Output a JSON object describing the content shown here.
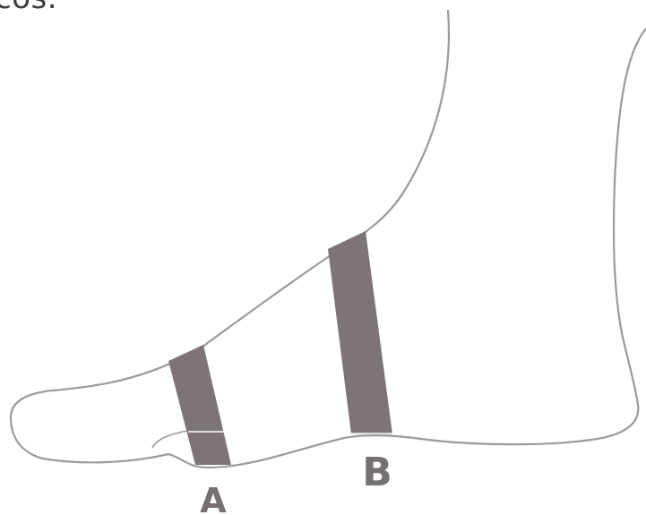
{
  "caption_fragment": "cos.",
  "labels": {
    "a": "A",
    "b": "B"
  },
  "colors": {
    "outline": "#9a9a9a",
    "band": "#7d7575",
    "label": "#767070",
    "background": "#ffffff"
  }
}
